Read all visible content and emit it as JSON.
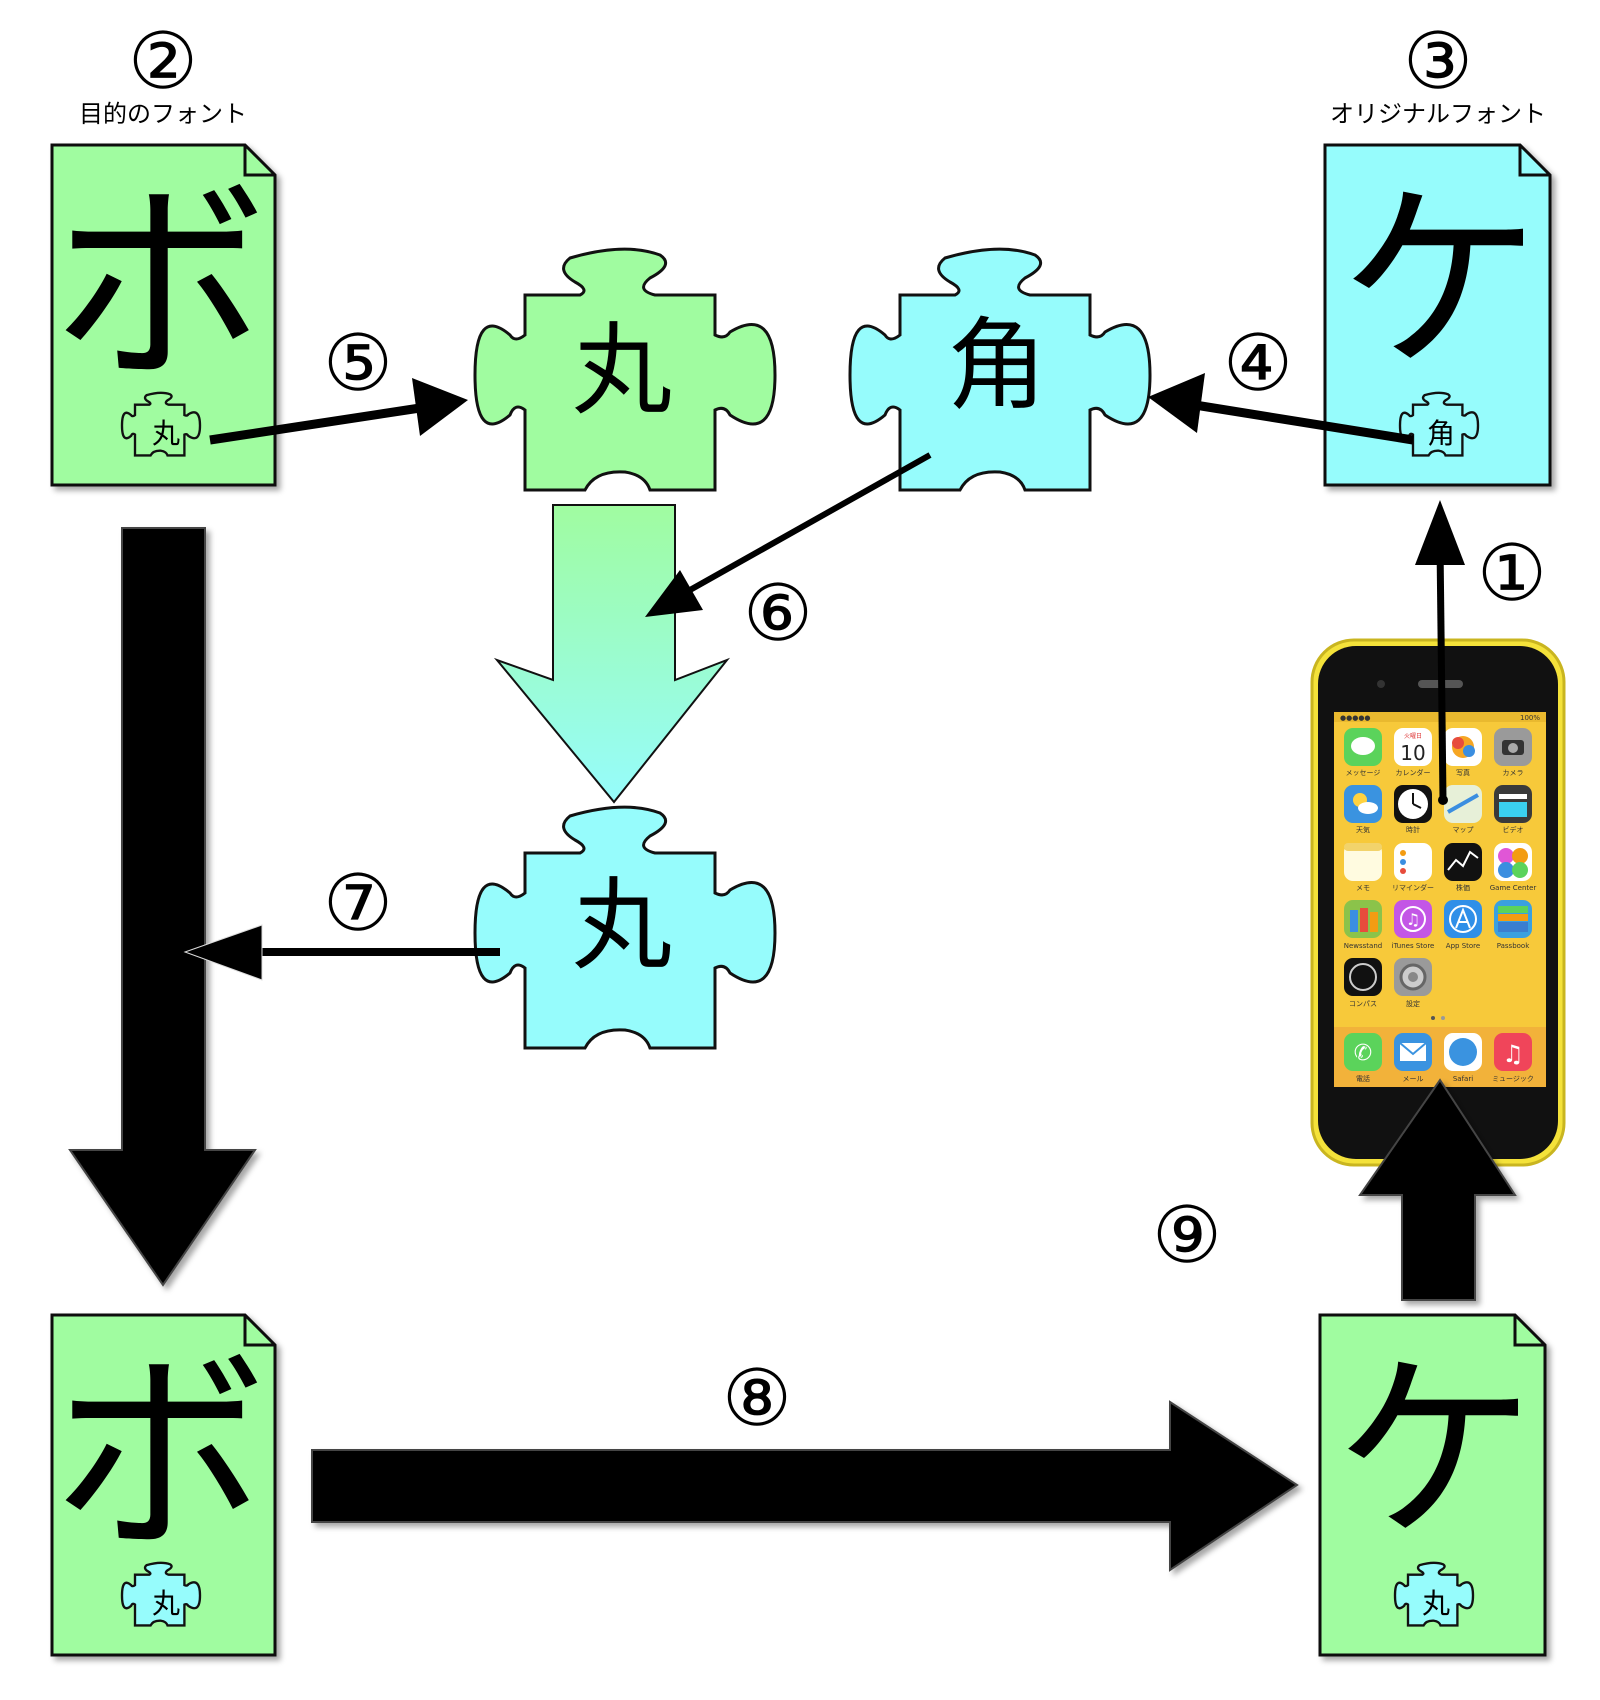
{
  "steps": {
    "s1": "①",
    "s2": "②",
    "s3": "③",
    "s4": "④",
    "s5": "⑤",
    "s6": "⑥",
    "s7": "⑦",
    "s8": "⑧",
    "s9": "⑨"
  },
  "labels": {
    "target_font": "目的のフォント",
    "original_font": "オリジナルフォント"
  },
  "glyphs": {
    "bo": "ボ",
    "ke": "ケ",
    "maru": "丸",
    "kaku": "角"
  },
  "phone": {
    "status_battery": "100%",
    "calendar_day": "火曜日",
    "calendar_date": "10",
    "apps": [
      "メッセージ",
      "カレンダー",
      "写真",
      "カメラ",
      "天気",
      "時計",
      "マップ",
      "ビデオ",
      "メモ",
      "リマインダー",
      "株価",
      "Game Center",
      "Newsstand",
      "iTunes Store",
      "App Store",
      "Passbook",
      "コンパス",
      "設定"
    ],
    "dock": [
      "電話",
      "メール",
      "Safari",
      "ミュージック"
    ]
  },
  "colors": {
    "green": "#a0fca0",
    "cyan": "#96fcfc",
    "phone_shell": "#f4e23a",
    "phone_screen": "#f7c93a"
  }
}
